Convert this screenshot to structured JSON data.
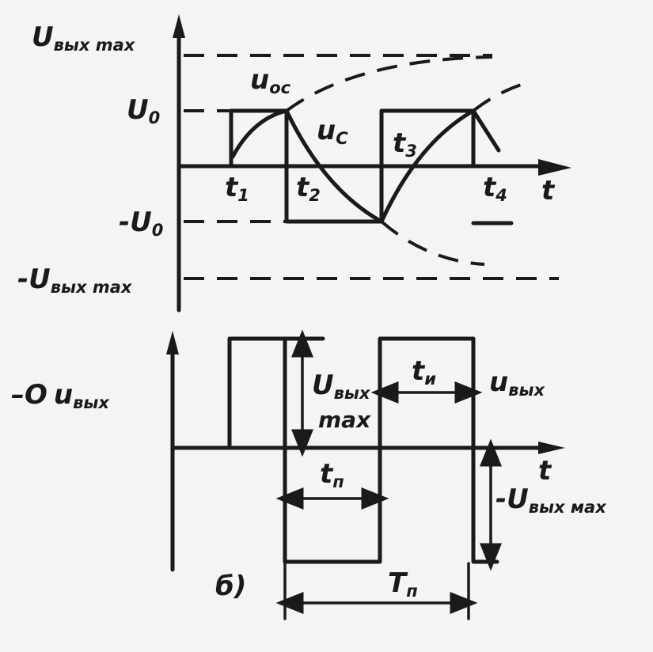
{
  "top": {
    "u_out_max": "U",
    "u_out_max_sub": "вых max",
    "u0": "U",
    "u0_sub": "0",
    "neg_u0": "-U",
    "neg_u0_sub": "0",
    "neg_u_out_max": "-U",
    "neg_u_out_max_sub": "вых max",
    "u_oc": "u",
    "u_oc_sub": "ос",
    "u_c": "u",
    "u_c_sub": "С",
    "t1": "t",
    "t1_sub": "1",
    "t2": "t",
    "t2_sub": "2",
    "t3": "t",
    "t3_sub": "3",
    "t4": "t",
    "t4_sub": "4",
    "t_axis": "t"
  },
  "bottom": {
    "port_symbol": "–O",
    "u_out": "u",
    "u_out_sub": "вых",
    "u_out_right": "u",
    "u_out_right_sub": "вых",
    "amp_top": "U",
    "amp_top_sub": "вых",
    "amp_bottom": "max",
    "t_i": "t",
    "t_i_sub": "и",
    "t_p": "t",
    "t_p_sub": "п",
    "T_p": "T",
    "T_p_sub": "п",
    "neg_amp": "-U",
    "neg_amp_sub": "вых мах",
    "t_axis": "t",
    "panel_label": "б)"
  }
}
